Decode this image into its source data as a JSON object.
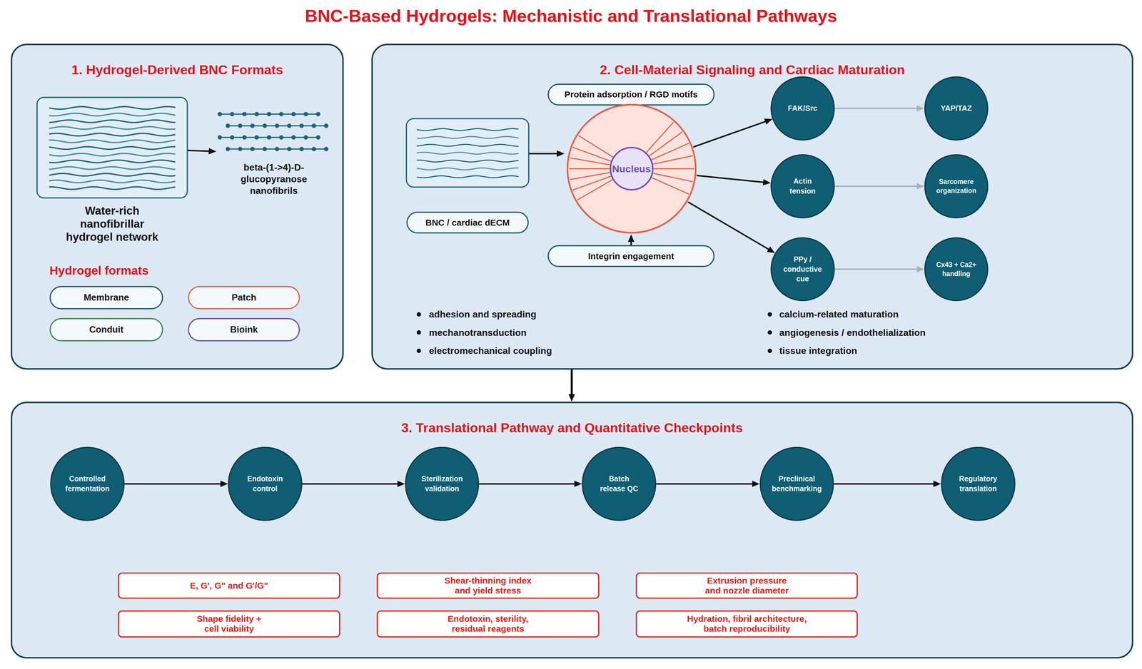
{
  "diagram": {
    "title": "BNC-Based Hydrogels: Mechanistic and Translational Pathways",
    "nodes": [
      {
        "text": [
          "1. Hydrogel-Derived BNC Formats"
        ]
      },
      {
        "text": [
          "Water-rich nanofibrillar hydrogel network"
        ],
        "in": 0
      },
      {
        "text": [
          "beta-(1->4)-D-glucopyranose nanofibrils"
        ],
        "in": 0
      },
      {
        "text": [
          "Membrane"
        ],
        "in": 0
      },
      {
        "text": [
          "Patch"
        ],
        "in": 0
      },
      {
        "text": [
          "Conduit"
        ],
        "in": 0
      },
      {
        "text": [
          "Bioink"
        ],
        "in": 0
      },
      {
        "text": [
          "2. Cell-Material Signaling and Cardiac Maturation"
        ]
      },
      {
        "text": [
          "Protein adsorption / RGD motifs"
        ],
        "in": 7
      },
      {
        "text": [
          "Nucleus"
        ],
        "in": 7
      },
      {
        "text": [
          "BNC / cardiac dECM"
        ],
        "in": 7
      },
      {
        "text": [
          "Integrin engagement"
        ],
        "in": 7
      },
      {
        "text": [
          "FAK/Src"
        ],
        "in": 7
      },
      {
        "text": [
          "YAP/TAZ"
        ],
        "in": 7
      },
      {
        "text": [
          "Actin tension"
        ],
        "in": 7
      },
      {
        "text": [
          "Sarcomere organization"
        ],
        "in": 7
      },
      {
        "text": [
          "PPy / conductive cue"
        ],
        "in": 7
      },
      {
        "text": [
          "Cx43 + Ca2+ handling"
        ],
        "in": 7
      },
      {
        "text": [
          "3. Translational Pathway and Quantitative Checkpoints"
        ]
      },
      {
        "text": [
          "Controlled fermentation"
        ],
        "in": 18
      },
      {
        "text": [
          "Endotoxin control"
        ],
        "in": 18
      },
      {
        "text": [
          "Sterilization validation"
        ],
        "in": 18
      },
      {
        "text": [
          "Batch release QC"
        ],
        "in": 18
      },
      {
        "text": [
          "Preclinical benchmarking"
        ],
        "in": 18
      },
      {
        "text": [
          "Regulatory translation"
        ],
        "in": 18
      },
      {
        "text": [
          "E, G', G\" and G'/G\""
        ],
        "in": 18
      },
      {
        "text": [
          "Shear-thinning index and yield stress"
        ],
        "in": 18
      },
      {
        "text": [
          "Extrusion pressure and nozzle diameter"
        ],
        "in": 18
      },
      {
        "text": [
          "Shape fidelity + cell viability"
        ],
        "in": 18
      },
      {
        "text": [
          "Endotoxin, sterility, residual reagents"
        ],
        "in": 18
      },
      {
        "text": [
          "Hydration, fibril architecture, batch reproducibility"
        ],
        "in": 18
      }
    ],
    "edges": [
      {
        "from": 1,
        "to": 2,
        "arrow": "to"
      },
      {
        "from": 11,
        "to": 9,
        "arrow": "to"
      },
      {
        "from": 9,
        "to": 12,
        "arrow": "to"
      },
      {
        "from": 9,
        "to": 14,
        "arrow": "to"
      },
      {
        "from": 9,
        "to": 16,
        "arrow": "to"
      },
      {
        "from": 12,
        "to": 13,
        "arrow": "to"
      },
      {
        "from": 14,
        "to": 15,
        "arrow": "to"
      },
      {
        "from": 16,
        "to": 17,
        "arrow": "to"
      },
      {
        "from": 7,
        "to": 18,
        "arrow": "to"
      },
      {
        "from": 19,
        "to": 20,
        "arrow": "to"
      },
      {
        "from": 20,
        "to": 21,
        "arrow": "to"
      },
      {
        "from": 21,
        "to": 22,
        "arrow": "to"
      },
      {
        "from": 22,
        "to": 23,
        "arrow": "to"
      },
      {
        "from": 23,
        "to": 24,
        "arrow": "to"
      }
    ],
    "labels": [
      "Hydrogel formats",
      "adhesion and spreading",
      "mechanotransduction",
      "electromechanical coupling",
      "calcium-related maturation",
      "angiogenesis / endothelialization",
      "tissue integration"
    ]
  }
}
